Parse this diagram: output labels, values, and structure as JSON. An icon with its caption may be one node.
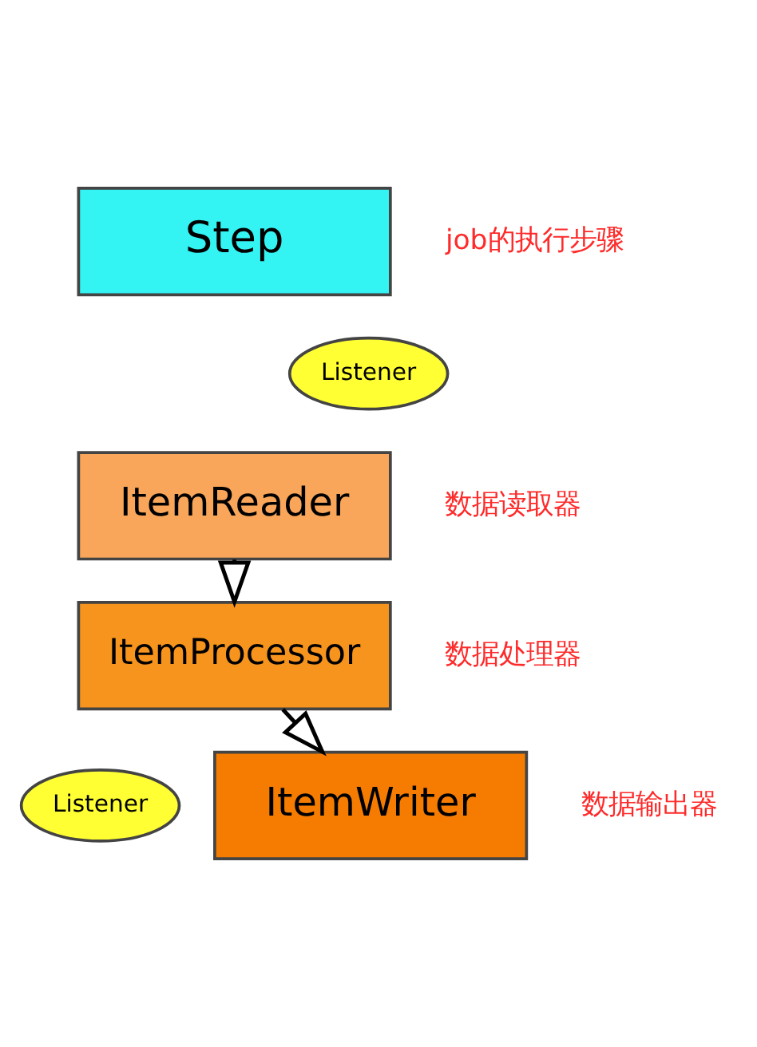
{
  "diagram": {
    "nodes": [
      {
        "text": [
          "Step"
        ],
        "beside": [
          "job的执行步骤"
        ]
      },
      {
        "text": [
          "ItemReader"
        ],
        "beside": [
          "数据读取器"
        ]
      },
      {
        "text": [
          "Listener"
        ]
      },
      {
        "text": [
          "ItemProcessor"
        ],
        "beside": [
          "数据处理器"
        ]
      },
      {
        "text": [
          "Listener"
        ]
      },
      {
        "text": [
          "ItemWriter"
        ],
        "beside": [
          "数据输出器"
        ]
      }
    ],
    "edges": [
      {
        "from": 1,
        "to": 3,
        "arrow": "to"
      },
      {
        "from": 3,
        "to": 5,
        "arrow": "to"
      }
    ]
  }
}
